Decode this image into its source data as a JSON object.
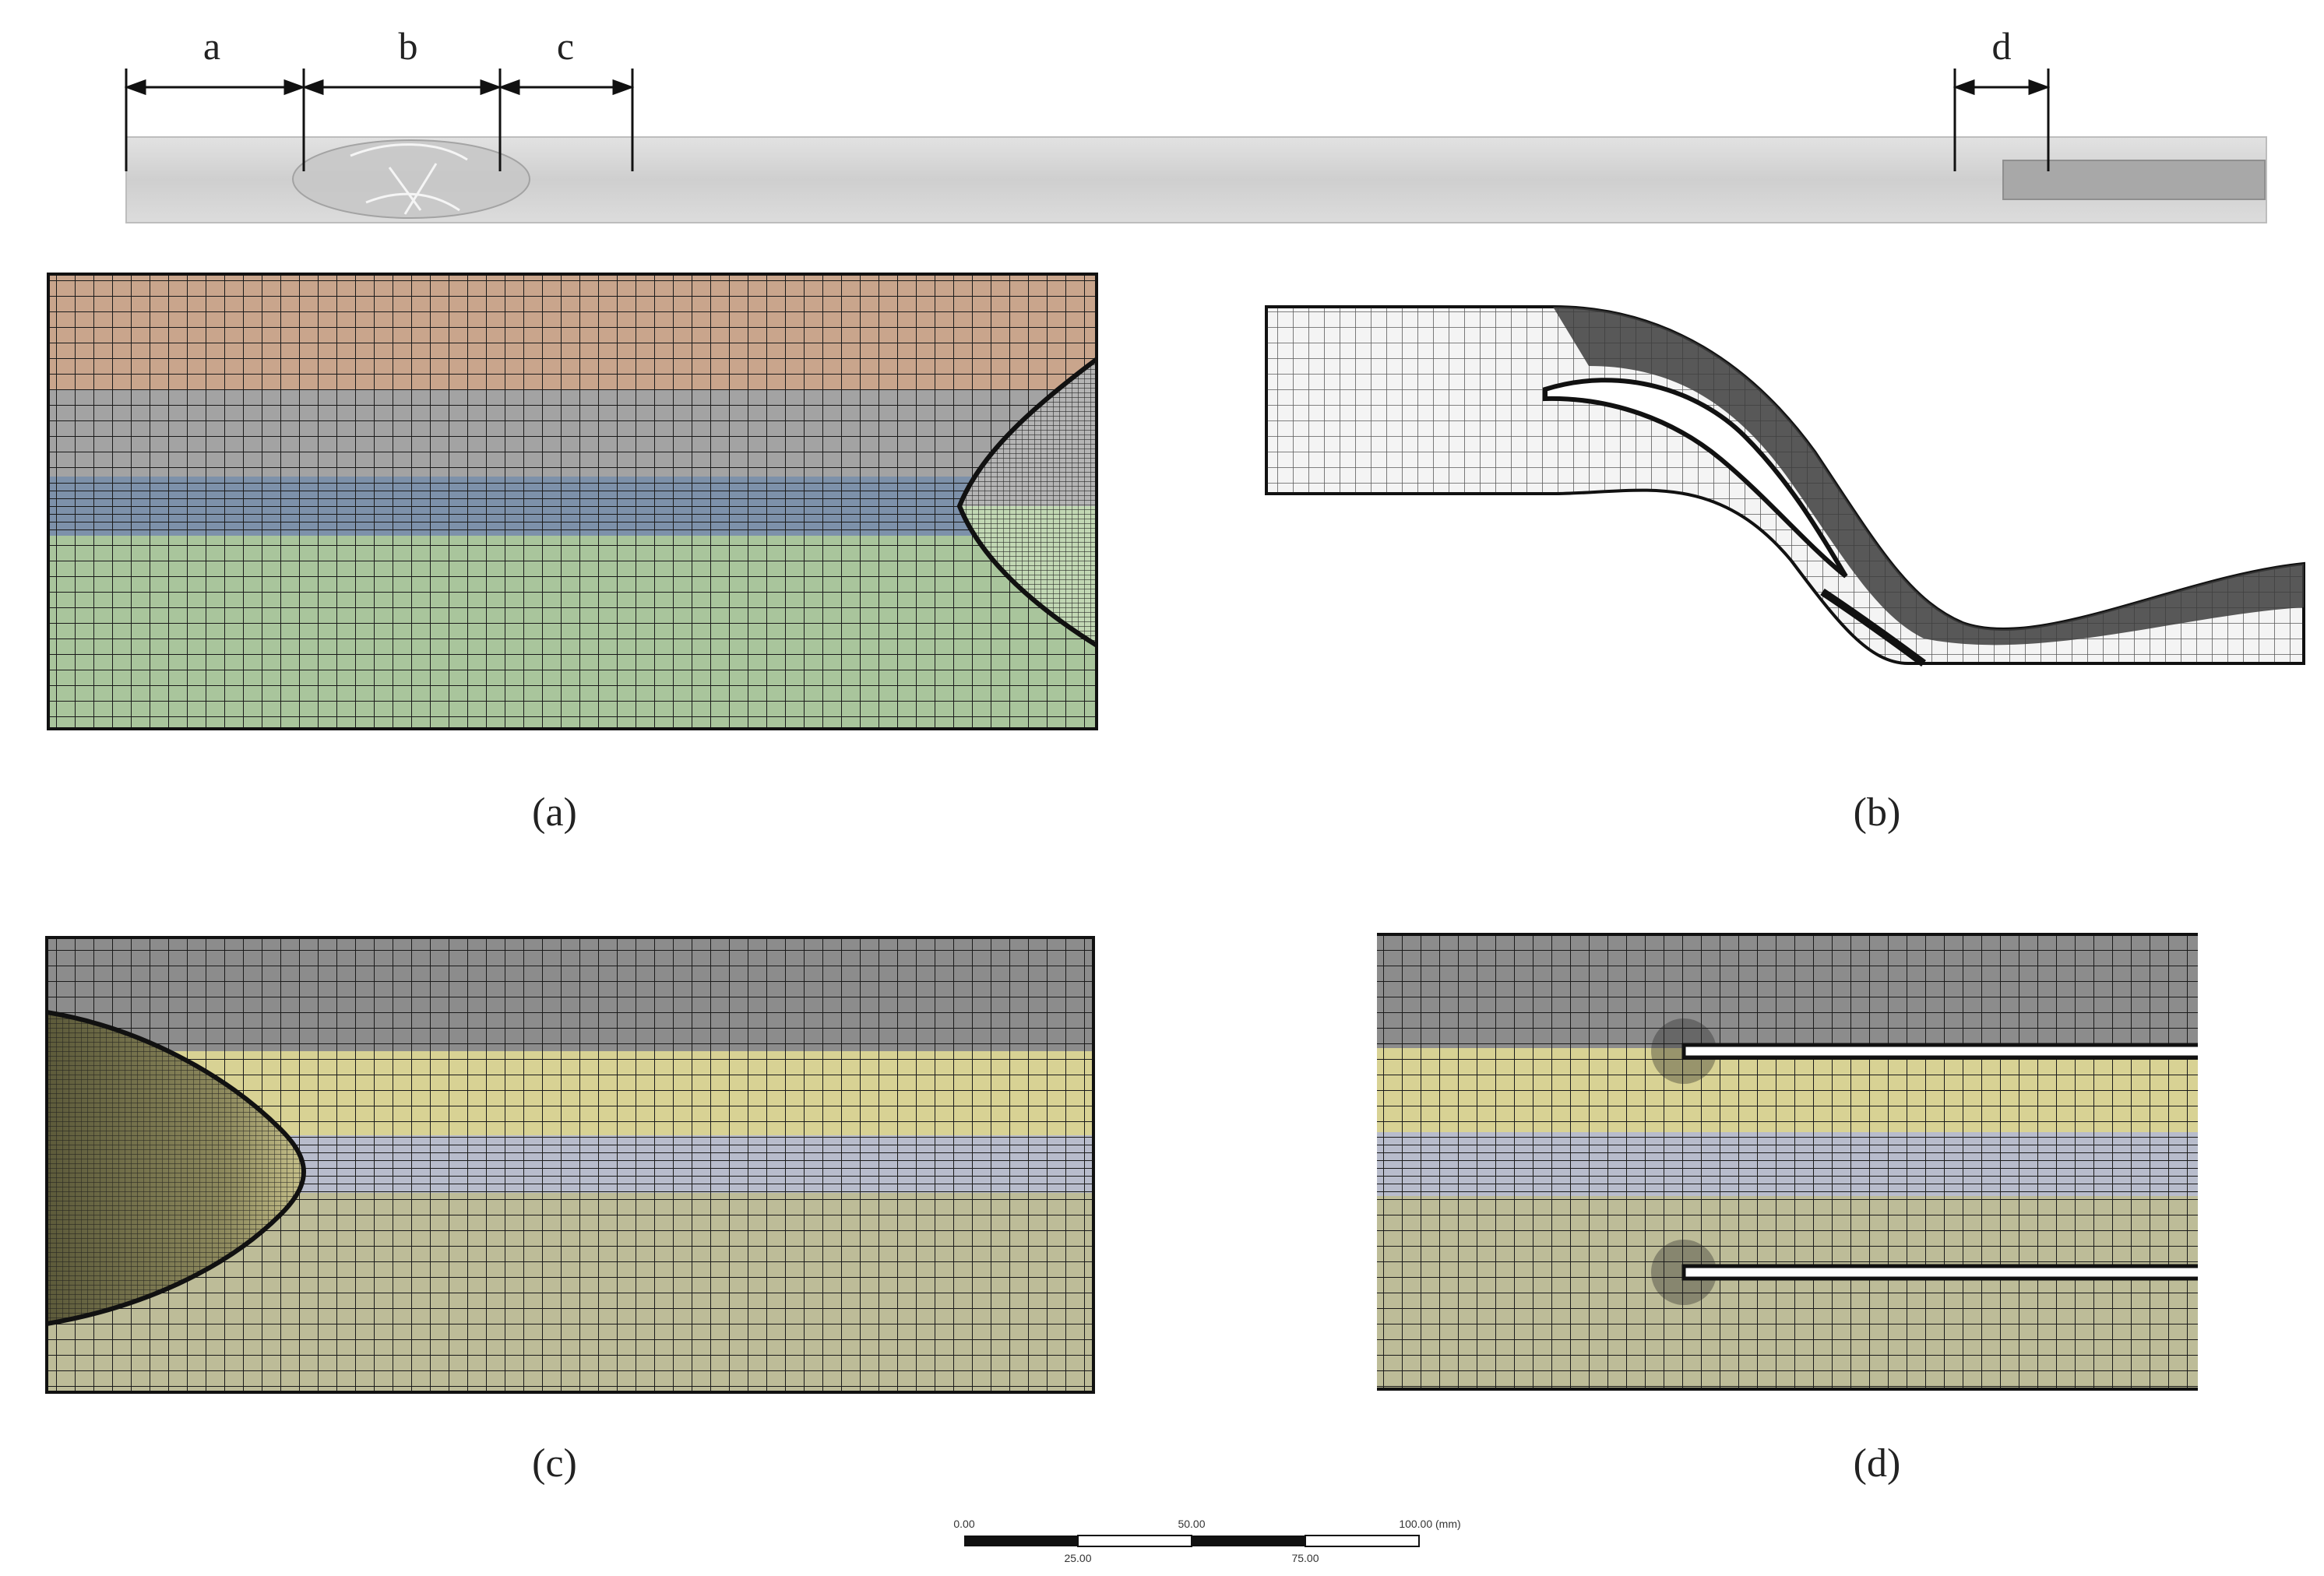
{
  "figure": {
    "overview": {
      "section_labels": [
        "a",
        "b",
        "c",
        "d"
      ]
    },
    "panels": [
      {
        "id": "a",
        "caption": "(a)",
        "content": "mesh detail near body nose, colored blocks orange/grey/blue/green"
      },
      {
        "id": "b",
        "caption": "(b)",
        "content": "fine structured mesh around curved blade and channel"
      },
      {
        "id": "c",
        "caption": "(c)",
        "content": "mesh detail near body tail, colored blocks grey/yellow/blue/olive"
      },
      {
        "id": "d",
        "caption": "(d)",
        "content": "mesh detail around two thin plates, colored blocks grey/yellow/blue/olive"
      }
    ],
    "scale_bar": {
      "top_labels": [
        "0.00",
        "50.00",
        "100.00 (mm)"
      ],
      "bottom_labels": [
        "25.00",
        "75.00"
      ]
    },
    "colors": {
      "pipe": "#d6d6d6",
      "mesh_line": "#1a1a1a",
      "block_orange": "#c9a58c",
      "block_grey": "#9a9a9a",
      "block_blue": "#7a8ea6",
      "block_green": "#a9c59c",
      "block_yellow": "#d8d294",
      "block_lavender": "#b8bccc",
      "block_olive": "#bdbc98",
      "block_dark": "#8a8a8a"
    }
  }
}
